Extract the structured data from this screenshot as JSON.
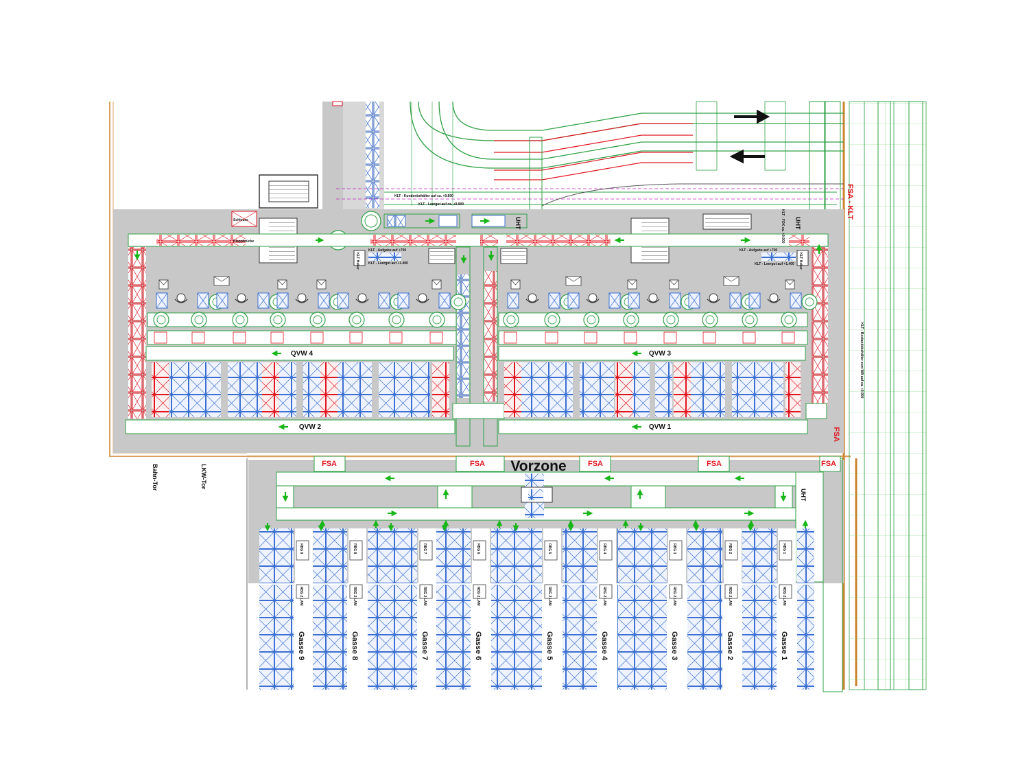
{
  "labels": {
    "vorzone": "Vorzone",
    "qvw4": "QVW 4",
    "qvw3": "QVW 3",
    "qvw2": "QVW 2",
    "qvw1": "QVW 1",
    "uht": "UHT",
    "fsa": "FSA",
    "fsa_klt": "FSA - KLT",
    "bahn_tor": "Bahn-Tor",
    "lkw_tor": "LKW-Tor",
    "schleuse": "Schleuse",
    "klappbrucke": "Klappbrücke",
    "klt_kunden": "KLT - Kundenbehälter auf ca. +9.800",
    "klt_leergut_top": "KLT - Leergut auf ca. +9.900",
    "klt_aufgabe": "KLT - Aufgabe auf +700",
    "klt_leergut": "KLT - Leergut auf +1.400",
    "klt_heber": "KLT Heber",
    "klt_fok": "KLT - FOK ca. +9.900",
    "klt_bestand": "KLT - Bestandsbehälter zum WA auf ca. +9.900"
  },
  "gassen": [
    "Gasse 9",
    "Gasse 8",
    "Gasse 7",
    "Gasse 6",
    "Gasse 5",
    "Gasse 4",
    "Gasse 3",
    "Gasse 2",
    "Gasse 1"
  ],
  "rbg": [
    "RBG 9",
    "RBG 8",
    "RBG 7",
    "RBG 6",
    "RBG 5",
    "RBG 4",
    "RBG 3",
    "RBG 2",
    "RBG 1"
  ],
  "rbg_lam": "RBG 2 LAM",
  "colors": {
    "floor": "#c8c8c8",
    "conveyor": "#2ea043",
    "rack_blue": "#3b6fd1",
    "rack_red": "#e0141e",
    "arrow_green": "#19b619",
    "arrow_magenta": "#c020c0",
    "wall": "#d9a060"
  }
}
